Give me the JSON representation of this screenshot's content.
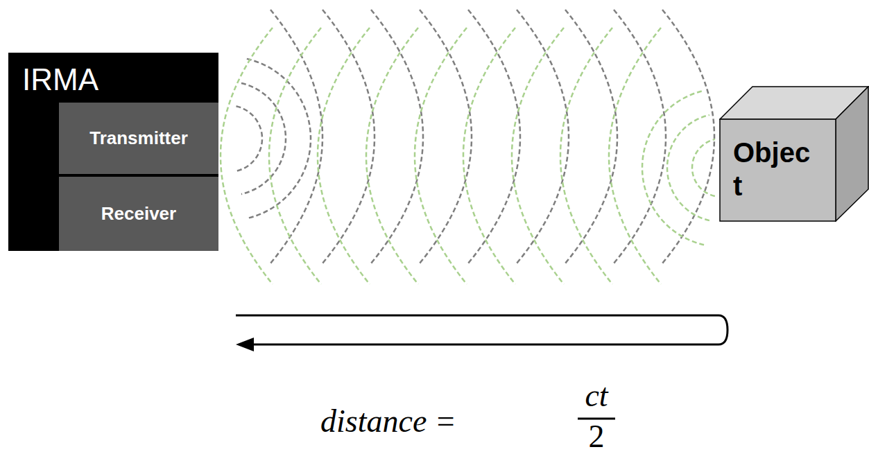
{
  "diagram": {
    "nodes": [
      {
        "text": [
          "IRMA"
        ]
      },
      {
        "text": [
          "Transmitter"
        ],
        "in": 0
      },
      {
        "text": [
          "Receiver"
        ],
        "in": 0
      },
      {
        "text": [
          "Objec t"
        ]
      }
    ],
    "labels": [
      "distance =",
      "ct",
      "2"
    ]
  }
}
